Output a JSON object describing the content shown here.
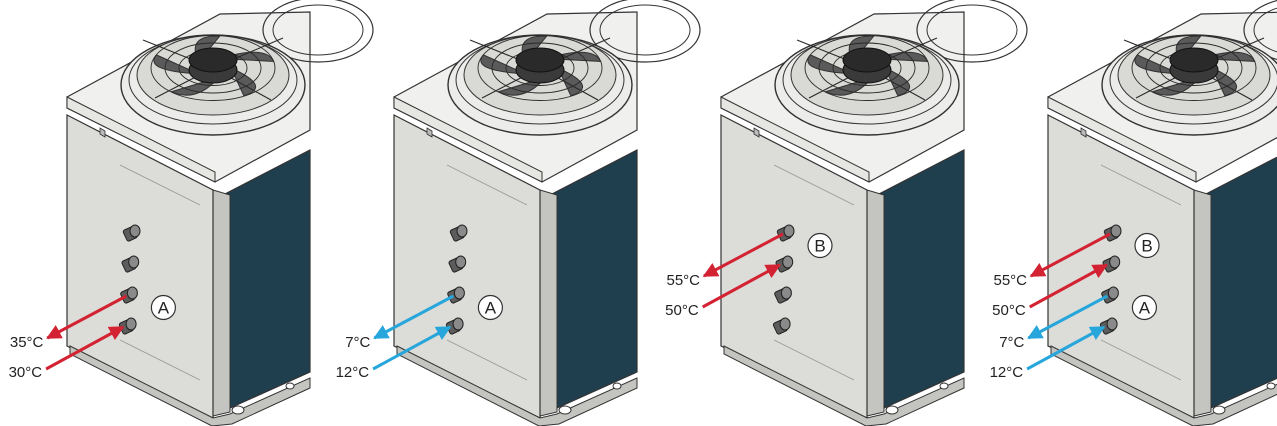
{
  "colors": {
    "hot": "#d32232",
    "cold": "#27a6dc",
    "casing": "#dcdcd8",
    "casing_dark": "#c4c4c0",
    "top": "#f0f0ee",
    "coil": "#203f4e",
    "outline": "#333333",
    "fan": "#3a3a3a"
  },
  "panels": [
    {
      "circuits": [
        {
          "label": "A",
          "color": "hot",
          "out_temp": "35°C",
          "in_temp": "30°C"
        }
      ],
      "pipe_rows": [
        0,
        1,
        2,
        3
      ],
      "active_rows": [
        2,
        3
      ]
    },
    {
      "circuits": [
        {
          "label": "A",
          "color": "cold",
          "out_temp": "7°C",
          "in_temp": "12°C"
        }
      ],
      "pipe_rows": [
        0,
        1,
        2,
        3
      ],
      "active_rows": [
        2,
        3
      ]
    },
    {
      "circuits": [
        {
          "label": "B",
          "color": "hot",
          "out_temp": "55°C",
          "in_temp": "50°C"
        }
      ],
      "pipe_rows": [
        0,
        1,
        2,
        3
      ],
      "active_rows": [
        0,
        1
      ]
    },
    {
      "circuits": [
        {
          "label": "B",
          "color": "hot",
          "out_temp": "55°C",
          "in_temp": "50°C"
        },
        {
          "label": "A",
          "color": "cold",
          "out_temp": "7°C",
          "in_temp": "12°C"
        }
      ],
      "pipe_rows": [
        0,
        1,
        2,
        3
      ],
      "active_rows": [
        0,
        1,
        2,
        3
      ]
    }
  ]
}
